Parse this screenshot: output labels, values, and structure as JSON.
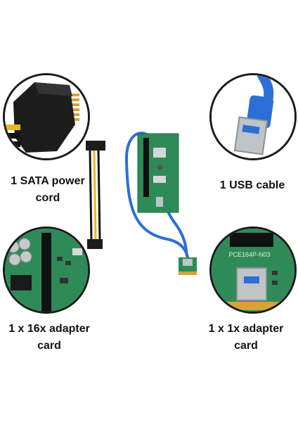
{
  "labels": {
    "sata": "1 SATA power cord",
    "usb": "1 USB cable",
    "x16": "1 x 16x adapter card",
    "x1": "1 x 1x adapter card"
  },
  "pcb_text": "PCE164P-N03",
  "colors": {
    "pcb_green": "#2e8b57",
    "cable_blue": "#2b6fd6",
    "gold": "#d4a437",
    "outline": "#1a1a1a"
  }
}
